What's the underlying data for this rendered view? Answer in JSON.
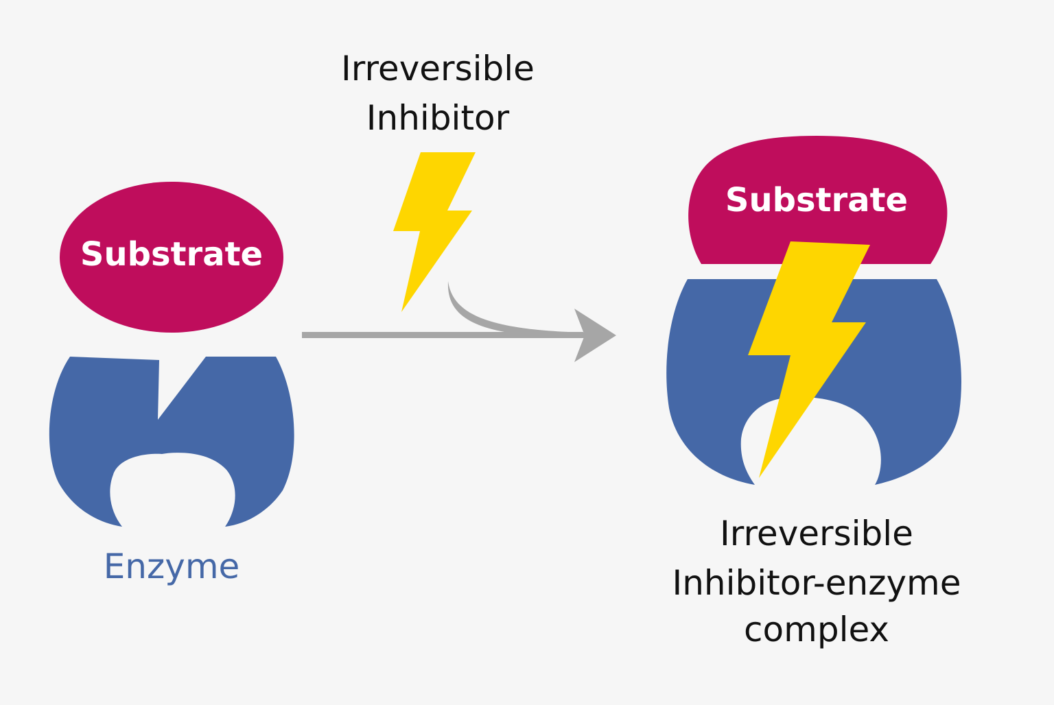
{
  "colors": {
    "background": "#f6f6f6",
    "substrate": "#bf0d5c",
    "enzyme": "#4568a7",
    "inhibitor": "#fed600",
    "arrow": "#a6a6a6"
  },
  "icons": {
    "inhibitor": "lightning-bolt-icon",
    "reaction": "arrow-right-icon"
  },
  "left": {
    "substrate_label": "Substrate",
    "enzyme_label": "Enzyme"
  },
  "middle": {
    "inhibitor_label_line1": "Irreversible",
    "inhibitor_label_line2": "Inhibitor"
  },
  "right": {
    "substrate_label": "Substrate",
    "complex_label_line1": "Irreversible",
    "complex_label_line2": "Inhibitor-enzyme",
    "complex_label_line3": "complex"
  }
}
